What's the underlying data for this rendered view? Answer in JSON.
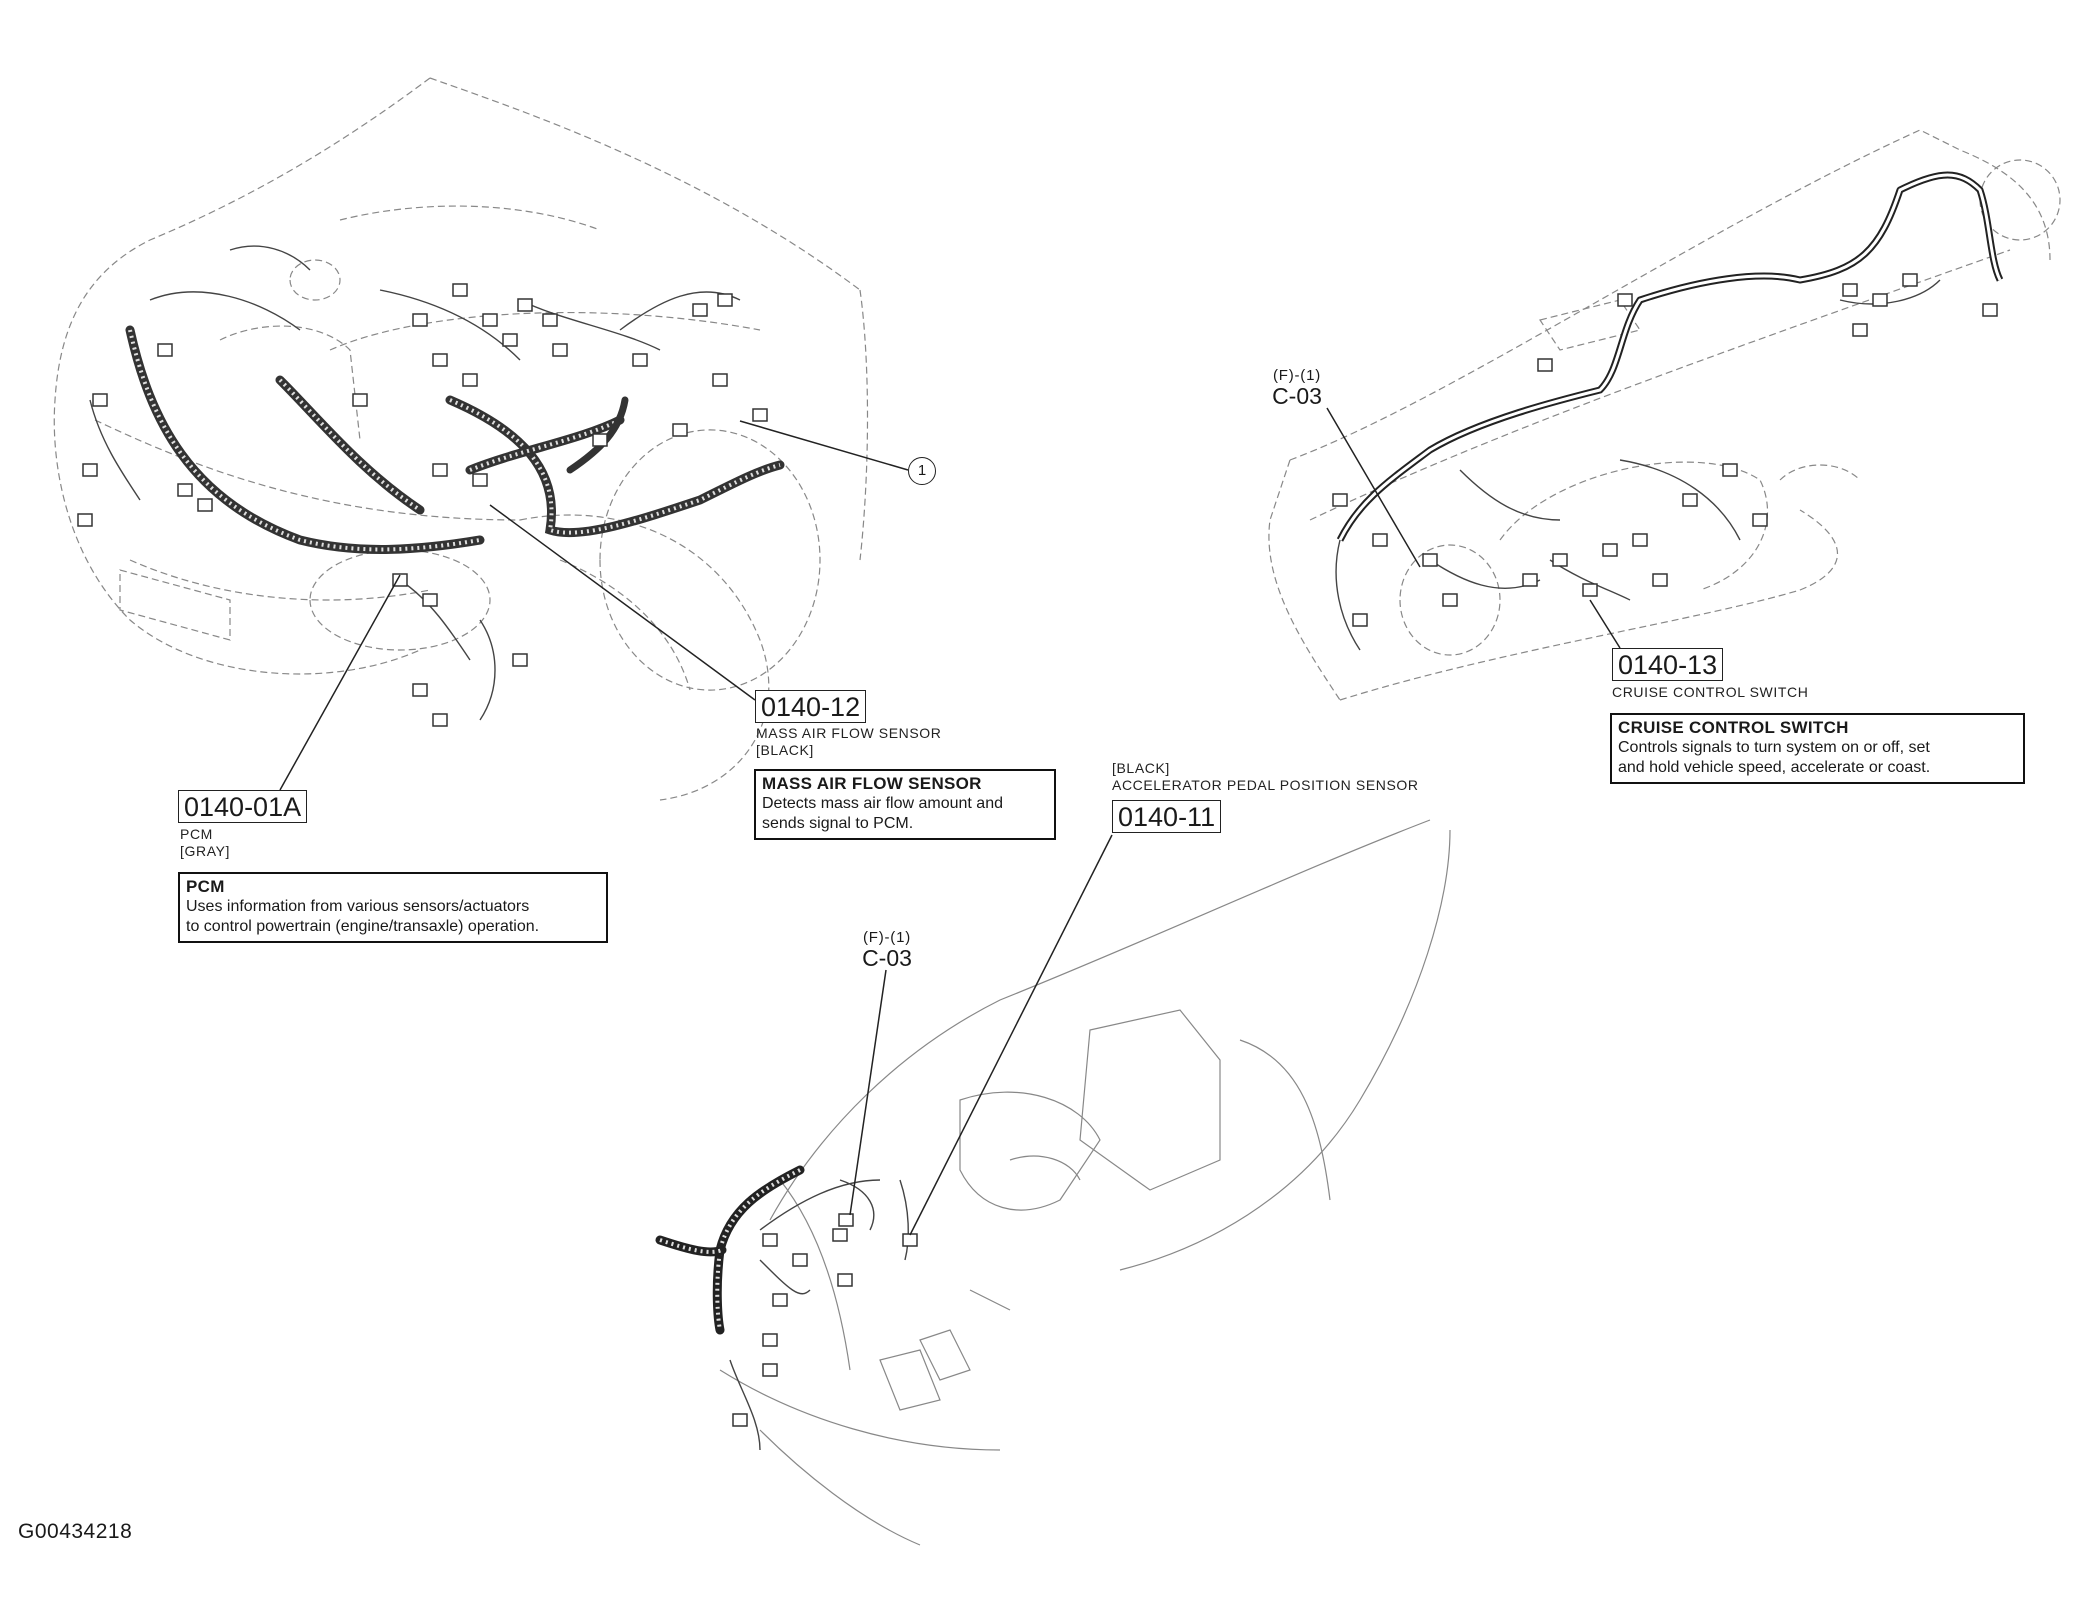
{
  "figure_id": "G00434218",
  "callout_1": "1",
  "engine_bay": {
    "pcm": {
      "code": "0140-01A",
      "caption_line1": "PCM",
      "caption_line2": "[GRAY]",
      "title": "PCM",
      "body_line1": "Uses information from various sensors/actuators",
      "body_line2": "to control powertrain (engine/transaxle) operation."
    },
    "maf": {
      "code": "0140-12",
      "caption_line1": "MASS AIR FLOW SENSOR",
      "caption_line2": "[BLACK]",
      "title": "MASS AIR FLOW SENSOR",
      "body_line1": "Detects mass air flow amount and",
      "body_line2": "sends signal to PCM."
    }
  },
  "dashboard": {
    "fref_small": "(F)-(1)",
    "fref_code": "C-03",
    "cruise": {
      "code": "0140-13",
      "caption": "CRUISE CONTROL SWITCH",
      "title": "CRUISE CONTROL SWITCH",
      "body_line1": "Controls signals to turn system on or off, set",
      "body_line2": "and hold vehicle speed, accelerate or coast."
    }
  },
  "footwell": {
    "fref_small": "(F)-(1)",
    "fref_code": "C-03",
    "app": {
      "caption_line1": "[BLACK]",
      "caption_line2": "ACCELERATOR PEDAL POSITION SENSOR",
      "code": "0140-11"
    }
  }
}
